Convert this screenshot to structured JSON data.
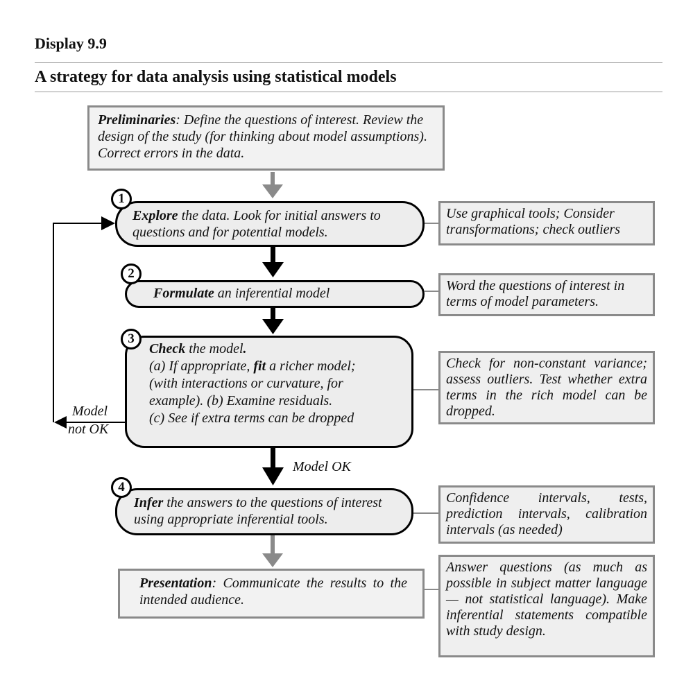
{
  "header": {
    "display_label": "Display 9.9",
    "title": "A strategy for data analysis using statistical models"
  },
  "preliminaries": {
    "bold": "Preliminaries",
    "text": ": Define the questions of interest. Review the design of the study (for thinking about model assumptions). Correct errors in the data."
  },
  "steps": [
    {
      "number": "1",
      "bold": "Explore",
      "text": " the data. Look for initial answers to questions and for potential models.",
      "note": "Use graphical tools; Consider transformations; check outliers"
    },
    {
      "number": "2",
      "bold": "Formulate",
      "text": " an inferential model",
      "note": "Word the questions of interest in terms of model parameters."
    },
    {
      "number": "3",
      "bold": "Check",
      "text": " the model",
      "period": ".",
      "line_a_pre": "(a) If appropriate, ",
      "line_a_bold": "fit",
      "line_a_post": " a richer model;",
      "line_b": "(with interactions or curvature, for",
      "line_c": "example). (b) Examine residuals.",
      "line_d": "(c) See if extra terms can be dropped",
      "note": "Check for non-constant variance; assess outliers. Test whether extra terms in the rich model can be dropped."
    },
    {
      "number": "4",
      "bold": "Infer",
      "text": " the answers to the questions of interest using appropriate inferential tools.",
      "note": "Confidence intervals, tests, prediction intervals, calibration intervals (as needed)"
    }
  ],
  "presentation": {
    "bold": "Presentation",
    "text": ": Communicate the results to the intended audience.",
    "note": "Answer questions (as much as possible in subject matter language — not statistical language). Make inferential statements compatible with study design."
  },
  "labels": {
    "model_ok": "Model OK",
    "model_not_ok_1": "Model",
    "model_not_ok_2": "not OK"
  }
}
